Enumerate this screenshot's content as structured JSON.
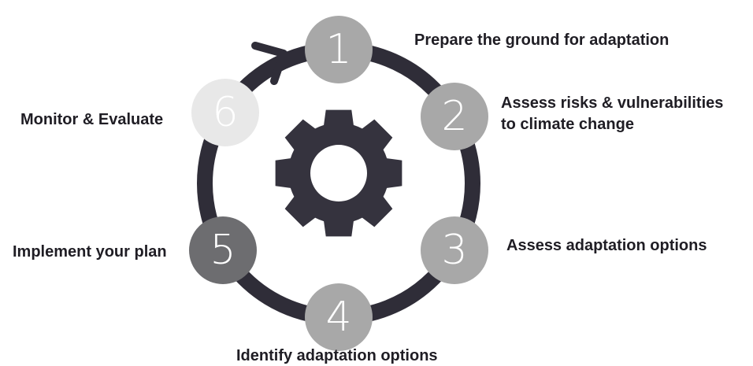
{
  "colors": {
    "ring": "#2f2d38",
    "gear": "#35333e",
    "background": "#ffffff"
  },
  "steps": [
    {
      "number": "1",
      "label_lines": [
        "Prepare the ground for adaptation"
      ],
      "fill": "#a8a8a8"
    },
    {
      "number": "2",
      "label_lines": [
        "Assess risks & vulnerabilities",
        "to climate change"
      ],
      "fill": "#a8a8a8"
    },
    {
      "number": "3",
      "label_lines": [
        "Assess adaptation options"
      ],
      "fill": "#a8a8a8"
    },
    {
      "number": "4",
      "label_lines": [
        "Identify adaptation options"
      ],
      "fill": "#a8a8a8"
    },
    {
      "number": "5",
      "label_lines": [
        "Implement your plan"
      ],
      "fill": "#6d6d70"
    },
    {
      "number": "6",
      "label_lines": [
        "Monitor & Evaluate"
      ],
      "fill": "#e8e8e8"
    }
  ],
  "icons": {
    "center": "gear-icon",
    "cycle_arrow": "arrow-head-icon"
  }
}
